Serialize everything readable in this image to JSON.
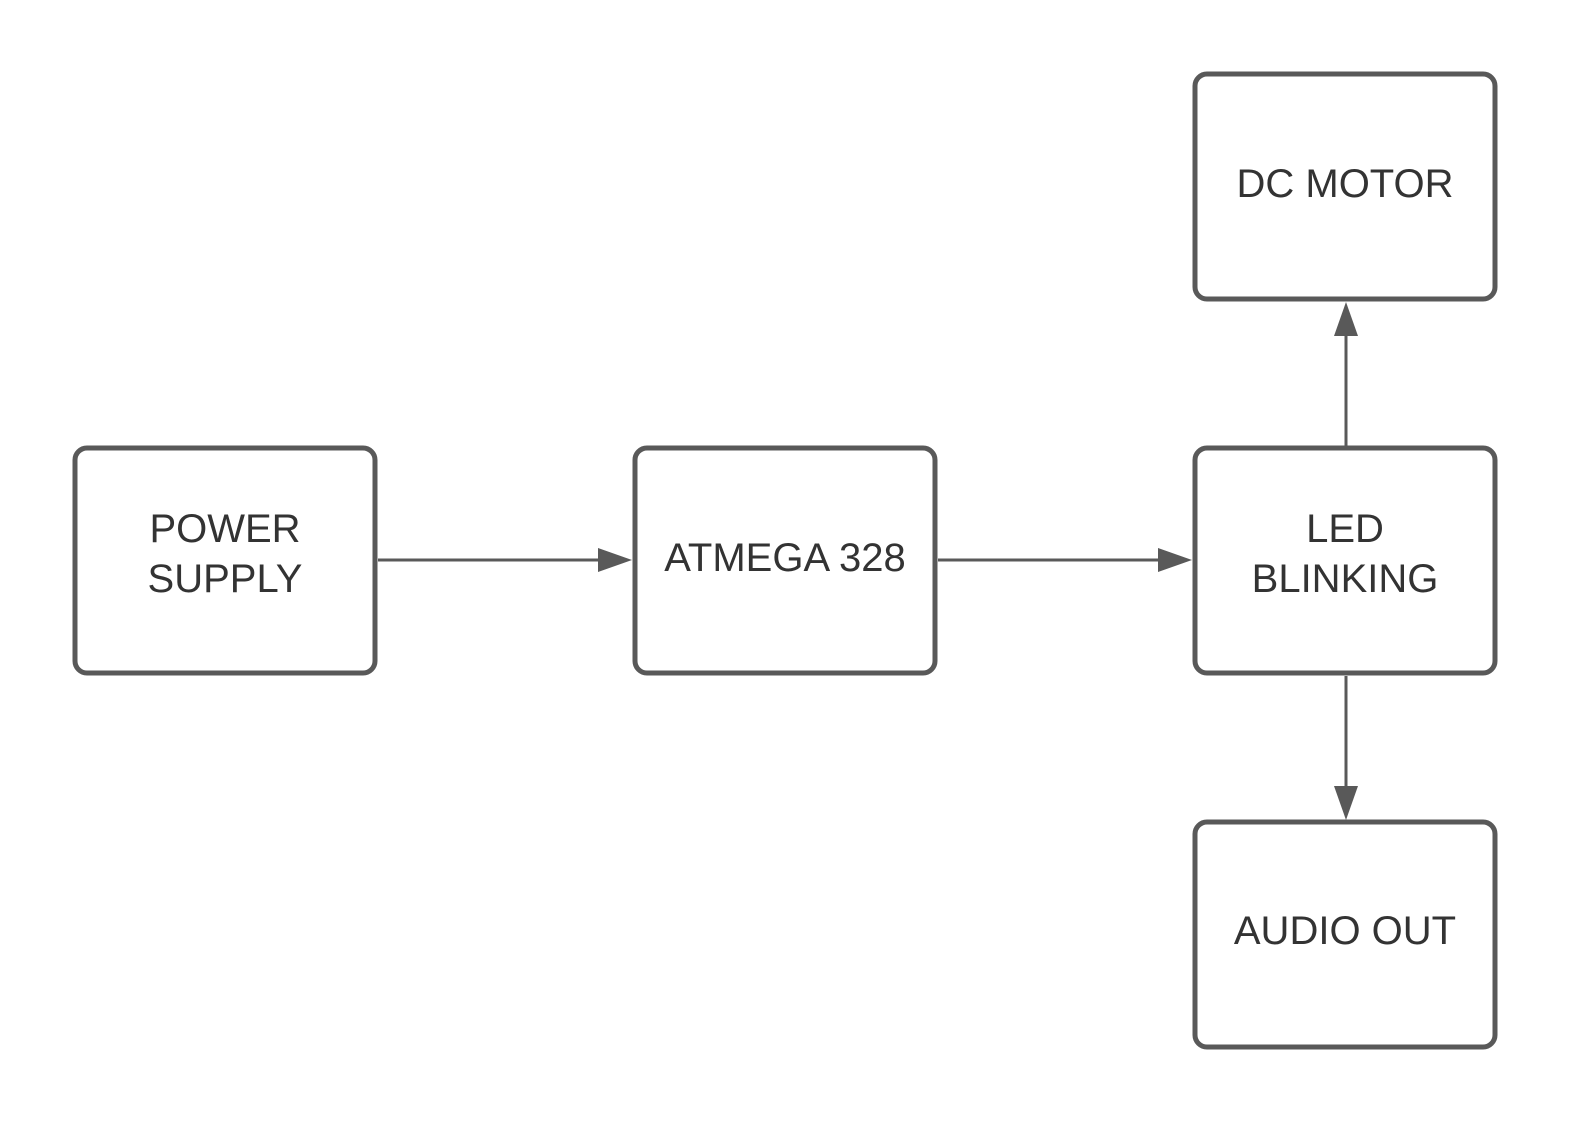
{
  "diagram": {
    "colors": {
      "stroke": "#595959",
      "text": "#333333",
      "background": "#ffffff"
    },
    "blocks": [
      {
        "id": "power_supply",
        "lines": [
          "POWER",
          "SUPPLY"
        ]
      },
      {
        "id": "atmega",
        "lines": [
          "ATMEGA 328"
        ]
      },
      {
        "id": "led_blinking",
        "lines": [
          "LED",
          "BLINKING"
        ]
      },
      {
        "id": "dc_motor",
        "lines": [
          "DC MOTOR"
        ]
      },
      {
        "id": "audio_out",
        "lines": [
          "AUDIO OUT"
        ]
      }
    ],
    "connections": [
      {
        "from": "power_supply",
        "to": "atmega"
      },
      {
        "from": "atmega",
        "to": "led_blinking"
      },
      {
        "from": "led_blinking",
        "to": "dc_motor"
      },
      {
        "from": "led_blinking",
        "to": "audio_out"
      }
    ]
  }
}
